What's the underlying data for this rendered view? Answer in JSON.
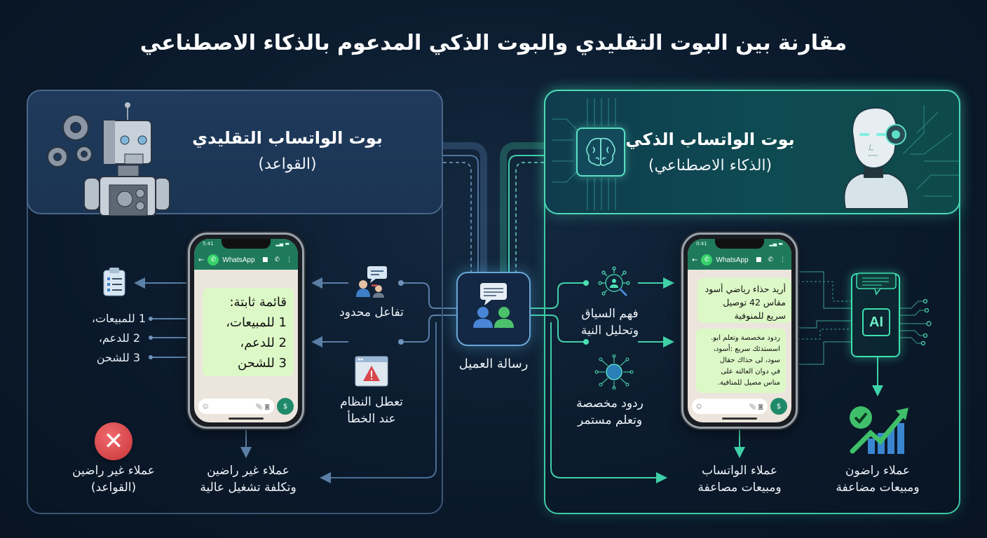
{
  "title": "مقارنة بين البوت التقليدي والبوت الذكي المدعوم بالذكاء الاصطناعي",
  "colors": {
    "background": "#0b1a2c",
    "traditional_accent": "#4a6788",
    "ai_accent": "#3cc9a6",
    "whatsapp_green": "#1f7a5c",
    "bubble_green": "#dcf8c6",
    "error_red": "#e0454a",
    "success_green": "#3fbf6a"
  },
  "traditional": {
    "header_title": "بوت الواتساب التقليدي",
    "header_subtitle": "(القواعد)",
    "icon": "robot-with-gears-icon",
    "phone": {
      "time": "5:41",
      "app_name": "WhatsApp",
      "message_lines": [
        "قائمة ثابتة:",
        "1 للمبيعات،",
        "2 للدعم،",
        "3 للشحن"
      ]
    },
    "menu_icon": "clipboard-list-icon",
    "menu_items": [
      "1 للمبيعات،",
      "2 للدعم،",
      "3 للشحن"
    ],
    "limited_interaction": {
      "icon": "people-chat-icon",
      "label": "تفاعل محدود"
    },
    "system_error": {
      "icon": "error-window-icon",
      "label_line1": "تعطل النظام",
      "label_line2": "عند الخطأ"
    },
    "outcome_phone": {
      "line1": "عملاء غير راضين",
      "line2": "وتكلفة تشغيل عالية"
    },
    "outcome_final": {
      "icon": "red-x-icon",
      "line1": "عملاء غير راضين",
      "line2": "(القواعد)"
    }
  },
  "center": {
    "icon": "customer-message-icon",
    "label": "رسالة العميل"
  },
  "ai": {
    "header_title": "بوت الواتساب الذكي",
    "header_subtitle": "(الذكاء الاصطناعي)",
    "icons": [
      "brain-chip-icon",
      "humanoid-robot-icon"
    ],
    "context": {
      "icon": "magnifier-person-icon",
      "line1": "فهم السياق",
      "line2": "وتحليل النية"
    },
    "personalized": {
      "icon": "neural-network-icon",
      "line1": "ردود مخصصة",
      "line2": "وتعلم مستمر"
    },
    "phone": {
      "time": "0:41",
      "app_name": "WhatsApp",
      "user_message_lines": [
        "أريد حذاء رياضي أسود",
        "مقاس 42 توصيل",
        "سريع للمنوفية"
      ],
      "bot_reply_lines": [
        "ردود مخصصة وتعلم ابو.",
        "اسستدئك سريع :أسود،",
        "سود، لى حذاك حقال",
        "في دوان العالته على",
        "مناس مصيل للمنافية."
      ]
    },
    "ai_chip_label": "AI",
    "outcome_phone": {
      "line1": "عملاء الواتساب",
      "line2": "ومبيعات مصاعفة"
    },
    "outcome_final": {
      "icon": "growth-chart-check-icon",
      "line1": "عملاء راضون",
      "line2": "ومبيعات مضاعفة"
    }
  }
}
